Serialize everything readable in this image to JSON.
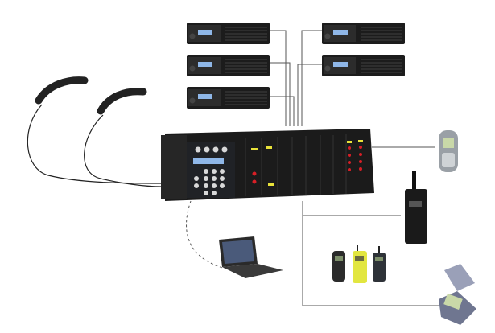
{
  "diagram": {
    "colors": {
      "line": "#555555",
      "device_body": "#1a1a1a",
      "panel": "#2a2a2a",
      "display": "#8fb7e8",
      "led_yellow": "#e8e23a",
      "led_red": "#d81f26",
      "handset": "#222222",
      "cellphone_yellow": "#e2e640",
      "cellphone_gray": "#9aa0a6"
    },
    "devices": {
      "mobile_radios": 5,
      "handsets": 2,
      "portable_phones": 3
    }
  }
}
